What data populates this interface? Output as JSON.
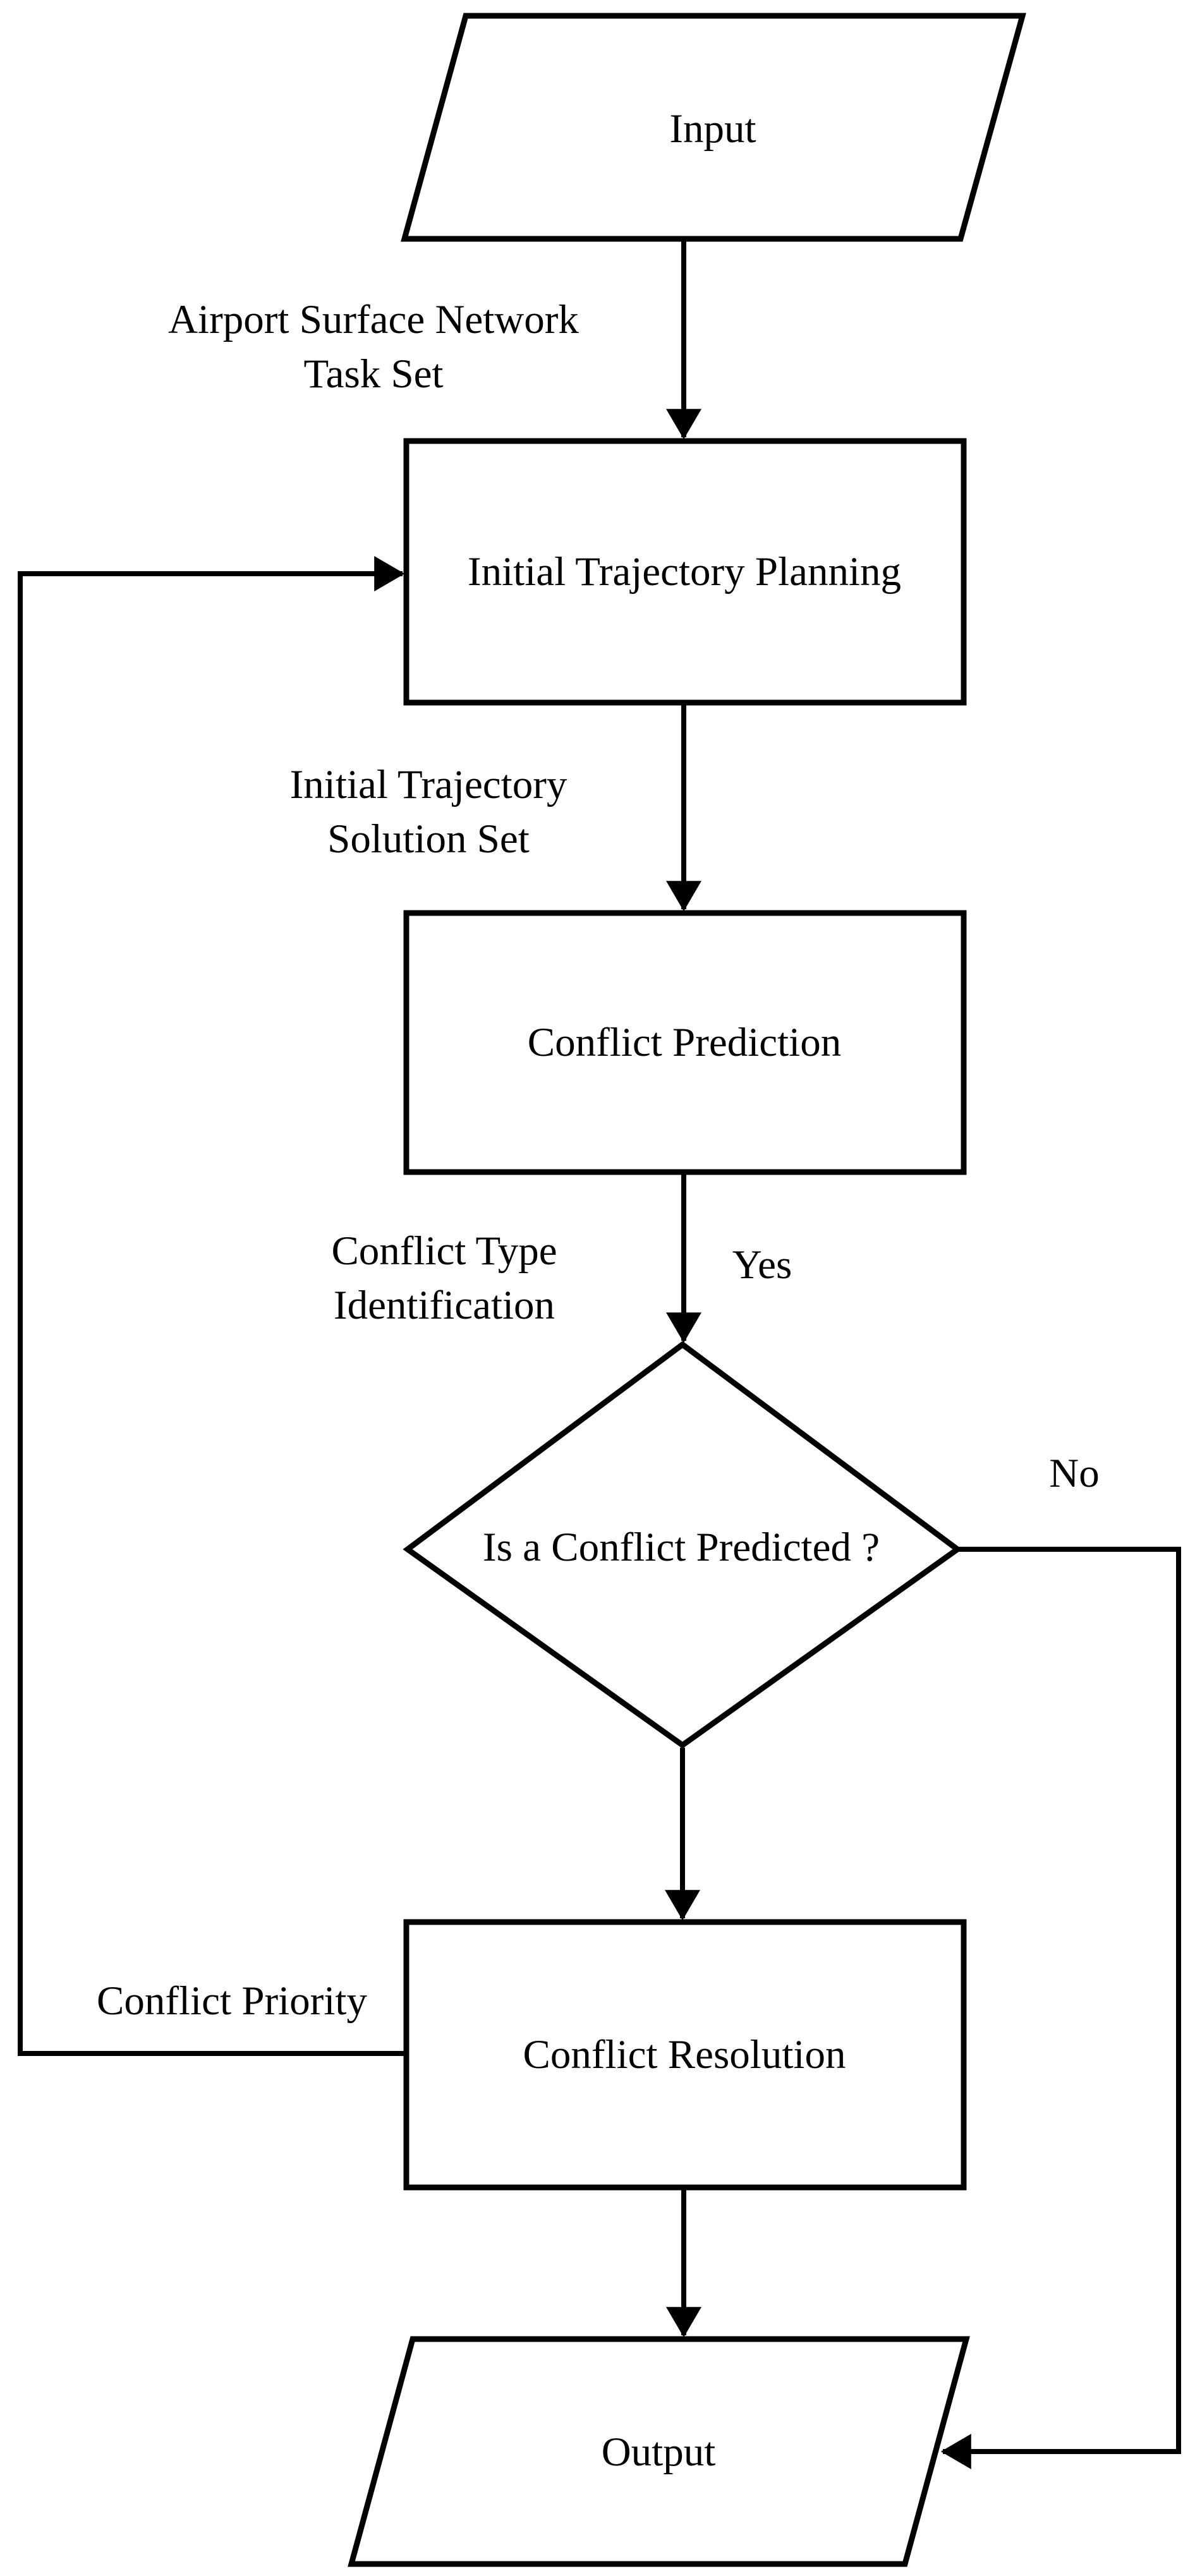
{
  "figure": {
    "title": "Conflict detection and resolution flowchart",
    "type": "flowchart",
    "colors": {
      "background": "#ffffff",
      "stroke": "#000000",
      "decision_fill": "#b8cce4",
      "process_fill": "#ffffff"
    },
    "nodes": [
      {
        "id": "input",
        "shape": "parallelogram",
        "label": "Input"
      },
      {
        "id": "initial-trajectory-planning",
        "shape": "rectangle",
        "label": "Initial Trajectory Planning"
      },
      {
        "id": "conflict-prediction",
        "shape": "rectangle",
        "label": "Conflict Prediction"
      },
      {
        "id": "is-a-conflict-predicted",
        "shape": "diamond",
        "label": "Is a Conflict Predicted ?"
      },
      {
        "id": "conflict-resolution",
        "shape": "rectangle",
        "label": "Conflict Resolution"
      },
      {
        "id": "output",
        "shape": "parallelogram",
        "label": "Output"
      }
    ],
    "edge_labels": {
      "airport_line1": "Airport Surface Network",
      "airport_line2": "Task Set",
      "solution_line1": "Initial Trajectory",
      "solution_line2": "Solution Set",
      "type_line1": "Conflict Type",
      "type_line2": "Identification",
      "yes": "Yes",
      "no": "No",
      "priority": "Conflict Priority"
    },
    "edges": [
      {
        "from": "input",
        "to": "initial-trajectory-planning",
        "label": "Airport Surface Network Task Set"
      },
      {
        "from": "initial-trajectory-planning",
        "to": "conflict-prediction",
        "label": "Initial Trajectory Solution Set"
      },
      {
        "from": "conflict-prediction",
        "to": "is-a-conflict-predicted",
        "label": "Yes / Conflict Type Identification"
      },
      {
        "from": "is-a-conflict-predicted",
        "to": "conflict-resolution",
        "label": ""
      },
      {
        "from": "is-a-conflict-predicted",
        "to": "output",
        "label": "No"
      },
      {
        "from": "conflict-resolution",
        "to": "output",
        "label": ""
      },
      {
        "from": "conflict-resolution",
        "to": "initial-trajectory-planning",
        "label": "Conflict Priority"
      }
    ]
  }
}
